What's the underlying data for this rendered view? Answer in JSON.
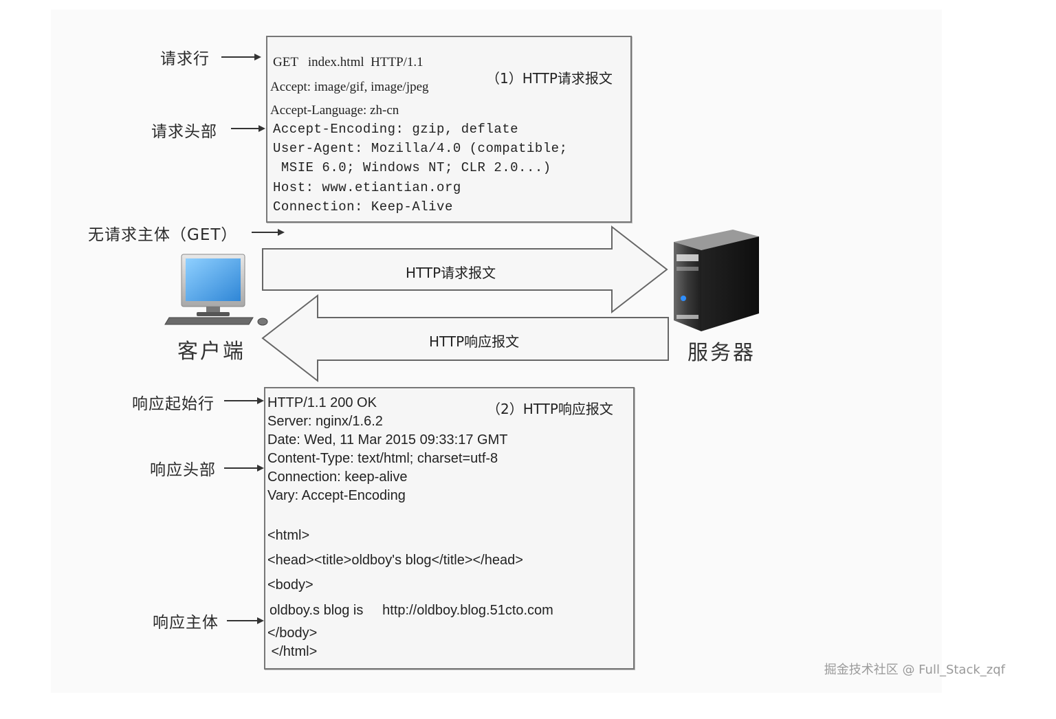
{
  "request": {
    "box_title": "（1）HTTP请求报文",
    "lines": [
      {
        "text": "GET   index.html  HTTP/1.1",
        "font": "serif"
      },
      {
        "text": "Accept: image/gif, image/jpeg",
        "font": "serif"
      },
      {
        "text": "Accept-Language: zh-cn",
        "font": "serif"
      },
      {
        "text": "Accept-Encoding: gzip, deflate",
        "font": "mono"
      },
      {
        "text": "User-Agent: Mozilla/4.0 (compatible;",
        "font": "mono"
      },
      {
        "text": " MSIE 6.0; Windows NT; CLR 2.0...)",
        "font": "mono"
      },
      {
        "text": "Host: www.etiantian.org",
        "font": "mixed"
      },
      {
        "text": "Connection: Keep-Alive",
        "font": "mono"
      }
    ],
    "labels": {
      "request_line": "请求行",
      "request_headers": "请求头部",
      "no_body": "无请求主体（GET）"
    }
  },
  "flow": {
    "request_arrow": "HTTP请求报文",
    "response_arrow": "HTTP响应报文",
    "client_label": "客户端",
    "server_label": "服务器"
  },
  "response": {
    "box_title": "（2）HTTP响应报文",
    "lines": [
      "HTTP/1.1 200 OK",
      "Server: nginx/1.6.2",
      "Date: Wed, 11 Mar 2015 09:33:17 GMT",
      "Content-Type: text/html; charset=utf-8",
      "Connection: keep-alive",
      "Vary: Accept-Encoding"
    ],
    "body_lines": [
      "<html>",
      "<head><title>oldboy's blog</title></head>",
      "<body>",
      "oldboy.s blog is     http://oldboy.blog.51cto.com",
      "</body>",
      " </html>"
    ],
    "labels": {
      "status_line": "响应起始行",
      "response_headers": "响应头部",
      "response_body": "响应主体"
    }
  },
  "watermark": "掘金技术社区 @ Full_Stack_zqf",
  "colors": {
    "screen": "#4aa8ea",
    "server_dark": "#2a2a2a",
    "server_led": "#2f8fff",
    "box_border": "#777777",
    "box_fill": "#f6f6f6"
  }
}
